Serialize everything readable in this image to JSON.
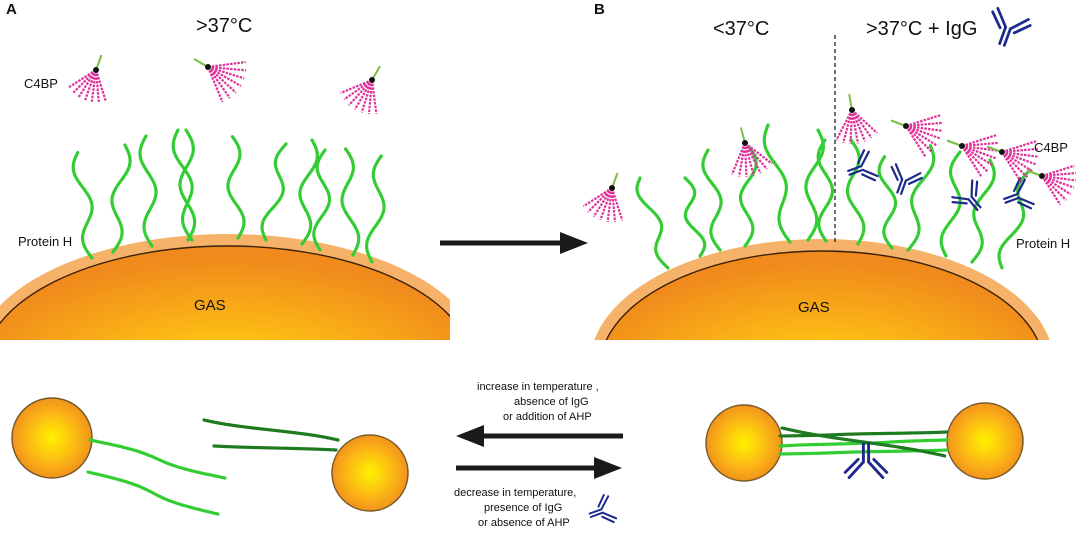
{
  "panels": {
    "a": "A",
    "b": "B"
  },
  "labels": {
    "temp_a": ">37°C",
    "temp_b_left": "<37°C",
    "temp_b_right": ">37°C + IgG",
    "c4bp_a": "C4BP",
    "c4bp_b": "C4BP",
    "protein_h_a": "Protein H",
    "protein_h_b": "Protein H",
    "gas_a": "GAS",
    "gas_b": "GAS"
  },
  "arrows": {
    "reverse_text": [
      "increase in temperature ,",
      "absence of IgG",
      "or addition of AHP"
    ],
    "forward_text": [
      "decrease in temperature,",
      "presence of IgG",
      "or absence of AHP"
    ]
  },
  "colors": {
    "protein_green": "#33cc33",
    "protein_dark_green": "#1e7a1e",
    "c4bp_magenta": "#e0319a",
    "c4bp_stem": "#7ac043",
    "igg_navy": "#1c2a8c",
    "cell_orange": "#f39a1c",
    "cell_yellow": "#ffe400",
    "arrow_black": "#1a1a1a"
  }
}
